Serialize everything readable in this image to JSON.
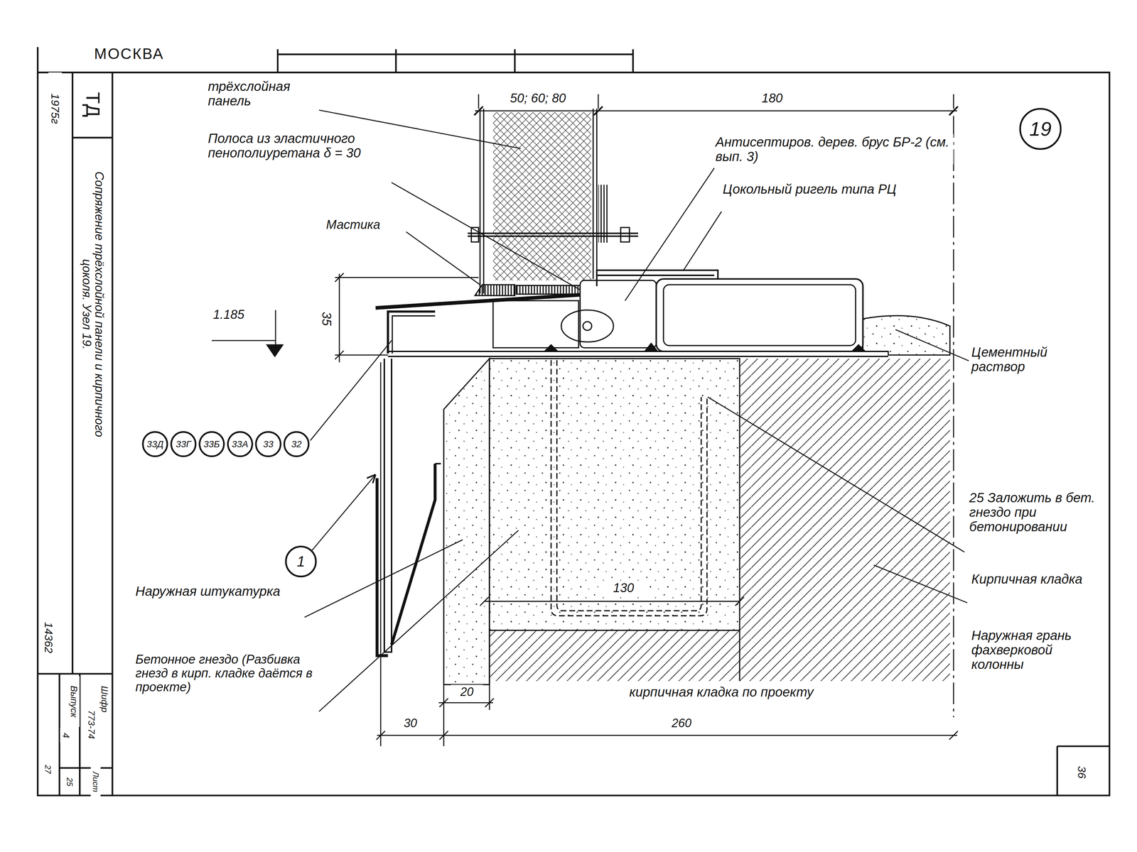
{
  "diagram": {
    "title": "Сопряжение трёхслойной панели и кирпичного цоколя. Узел 19.",
    "nodes": [
      {
        "text": [
          "19"
        ]
      },
      {
        "text": [
          "33Д"
        ]
      },
      {
        "text": [
          "33Г"
        ]
      },
      {
        "text": [
          "33Б"
        ]
      },
      {
        "text": [
          "33А"
        ]
      },
      {
        "text": [
          "33"
        ]
      },
      {
        "text": [
          "32"
        ]
      },
      {
        "text": [
          "1"
        ]
      }
    ],
    "labels": [
      "МОСКВА",
      "ТД",
      "1975г",
      "трёхслойная панель",
      "50; 60; 80",
      "180",
      "Полоса из эластичного пенополиуретана δ = 30",
      "Антисептиров. дерев. брус БР-2 (см. вып. 3)",
      "Цокольный ригель типа РЦ",
      "Мастика",
      "1.185",
      "35",
      "Цементный раствор",
      "25 Заложить в бет. гнездо при бетонировании",
      "Кирпичная кладка",
      "130",
      "Наружная штукатурка",
      "Наружная грань фахверковой колонны",
      "Бетонное гнездо (Разбивка гнезд в кирп. кладке даётся в проекте)",
      "20",
      "кирпичная кладка по проекту",
      "30",
      "260",
      "14362",
      "Шифр",
      "773-74",
      "Выпуск",
      "4",
      "Лист",
      "25",
      "27",
      "36"
    ]
  }
}
